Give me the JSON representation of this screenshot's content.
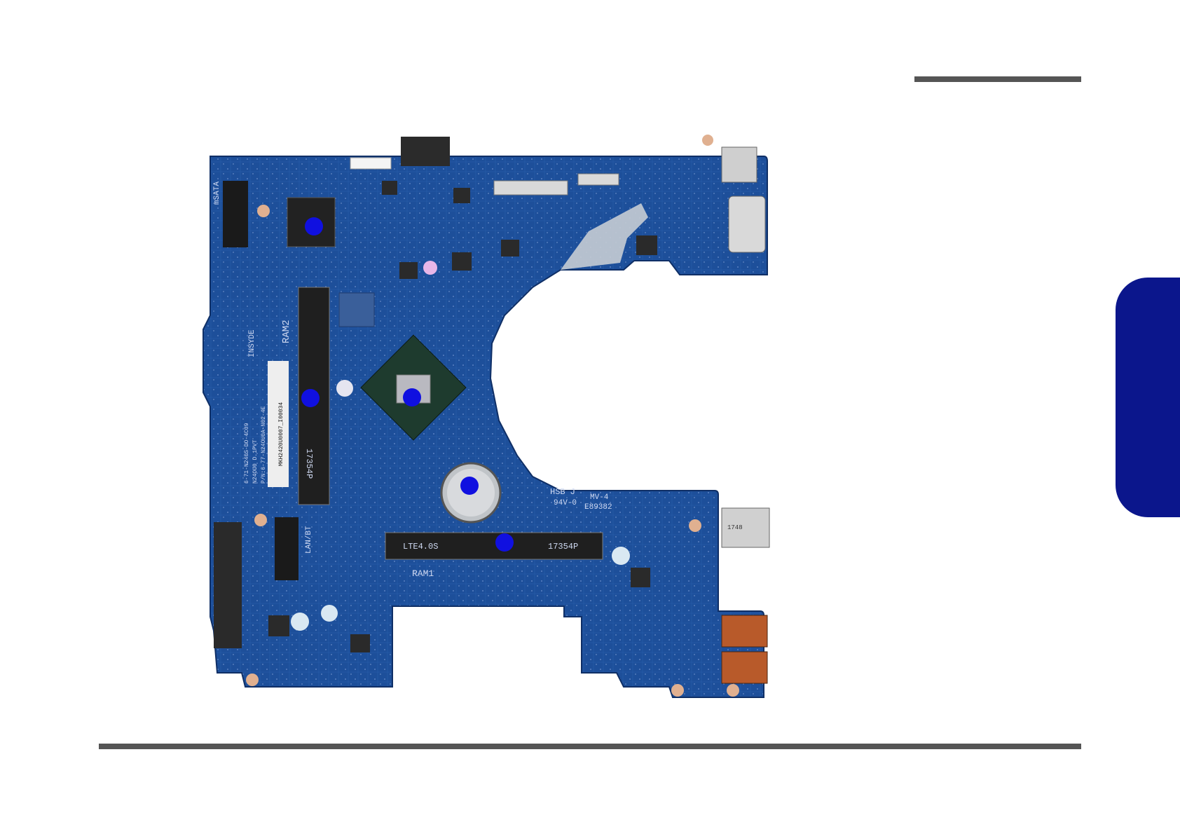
{
  "board": {
    "silk_labels": {
      "msata": "mSATA",
      "ram2": "RAM2",
      "insyde": "INSYDE",
      "ram1": "RAM1",
      "lan_bt": "LAN/BT",
      "hsb": "HSB J",
      "mv": "MV-4",
      "rating": "94V-0",
      "cert": "E89382",
      "date_ram1": "17354P",
      "ram2_code": "17354P",
      "ram1_code": "LTE4.0S",
      "usb_code": "1748",
      "sticker_line1": "MKH2420U0007_I00034",
      "sticker_line2": "P/N:6-77-N24OU0A-N02-4E",
      "sticker_line3": "N24OU0 D.1PVT",
      "sticker_line4": "6-71-N240S-DO-4C09"
    },
    "colors": {
      "pcb": "#1d4f9a",
      "pcb_dark": "#143d7c",
      "marker": "#1010e0",
      "tab": "#0b168c",
      "rule": "#555555"
    }
  }
}
